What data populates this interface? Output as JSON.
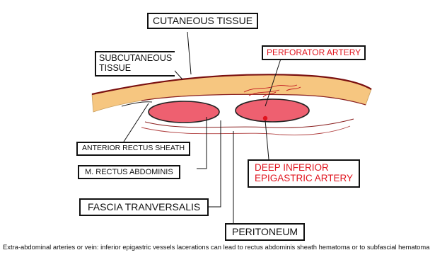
{
  "diagram": {
    "labels": {
      "cutaneous_tissue": "CUTANEOUS TISSUE",
      "subcutaneous_line1": "SUBCUTANEOUS",
      "subcutaneous_line2": "TISSUE",
      "perforator_artery": "PERFORATOR ARTERY",
      "anterior_rectus_sheath": "ANTERIOR RECTUS  SHEATH",
      "rectus_abdominis": "M. RECTUS ABDOMINIS",
      "deep_inferior_line1": "DEEP INFERIOR",
      "deep_inferior_line2": "EPIGASTRIC ARTERY",
      "fascia_transversalis": "FASCIA TRANVERSALIS",
      "peritoneum": "PERITONEUM"
    },
    "caption": "Extra-abdominal arteries or vein: inferior epigastric vessels lacerations can lead to rectus abdominis sheath hematoma or to subfascial hematoma",
    "colors": {
      "label_red": "#e0141e",
      "subcutaneous_fill": "#f6c680",
      "skin_line": "#7a1010",
      "muscle_fill": "#ee6070",
      "vessel_line": "#c0141e"
    }
  }
}
